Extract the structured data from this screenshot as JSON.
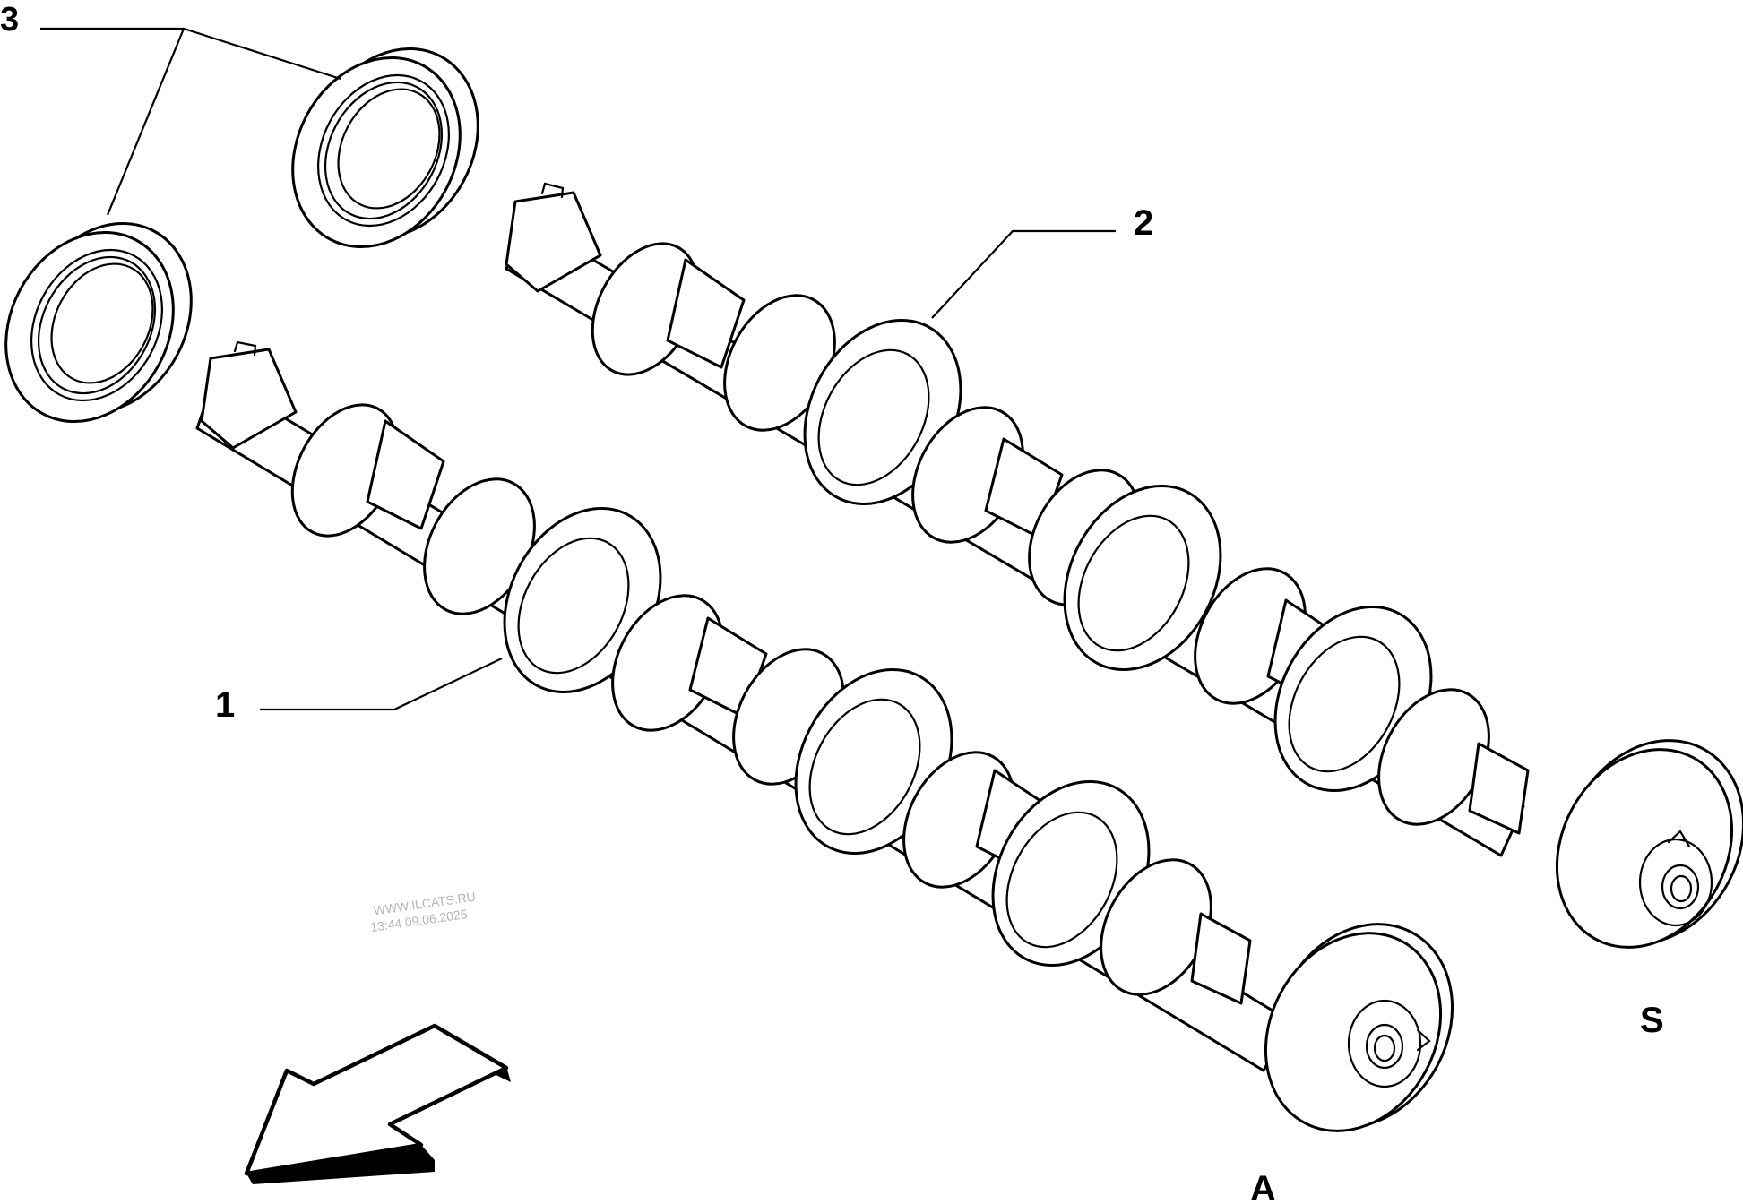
{
  "callouts": {
    "c1": "1",
    "c2": "2",
    "c3": "3",
    "a": "A",
    "s": "S"
  },
  "watermark": {
    "line1": "WWW.ILCATS.RU",
    "line2": "13:44 09.06.2025"
  },
  "colors": {
    "ink": "#000000",
    "paper": "#ffffff",
    "watermark": "#b4b4b4"
  },
  "icons": {
    "direction_arrow": "direction-arrow-icon"
  }
}
